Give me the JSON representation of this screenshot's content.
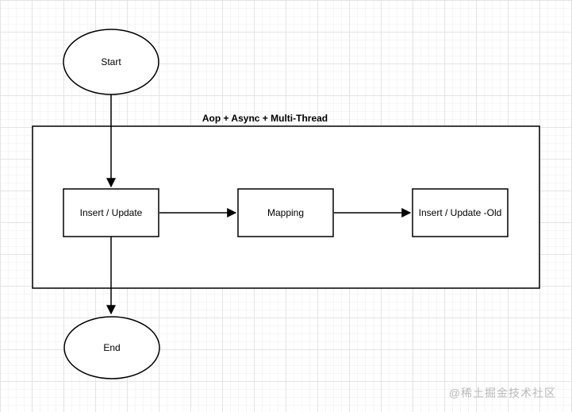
{
  "diagram": {
    "title": "Aop + Async + Multi-Thread",
    "nodes": {
      "start": {
        "label": "Start",
        "shape": "ellipse"
      },
      "insert_update": {
        "label": "Insert / Update",
        "shape": "rectangle"
      },
      "mapping": {
        "label": "Mapping",
        "shape": "rectangle"
      },
      "insert_update_old": {
        "label": "Insert / Update -Old",
        "shape": "rectangle"
      },
      "end": {
        "label": "End",
        "shape": "ellipse"
      }
    },
    "edges": [
      {
        "from": "start",
        "to": "insert_update"
      },
      {
        "from": "insert_update",
        "to": "mapping"
      },
      {
        "from": "mapping",
        "to": "insert_update_old"
      },
      {
        "from": "insert_update",
        "to": "end"
      }
    ],
    "colors": {
      "shape_stroke": "#000000",
      "shape_fill": "#ffffff",
      "grid_major": "#e4e4e4",
      "grid_minor": "#f6f6f6"
    }
  },
  "watermark": {
    "text": "@稀土掘金技术社区",
    "color": "#b9b9b9"
  }
}
